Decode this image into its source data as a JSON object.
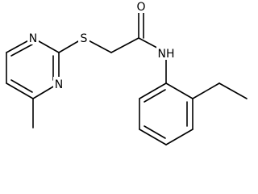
{
  "molecule": {
    "atoms": {
      "n1": "N",
      "n3": "N",
      "s": "S",
      "o": "O",
      "nh": "NH"
    }
  }
}
